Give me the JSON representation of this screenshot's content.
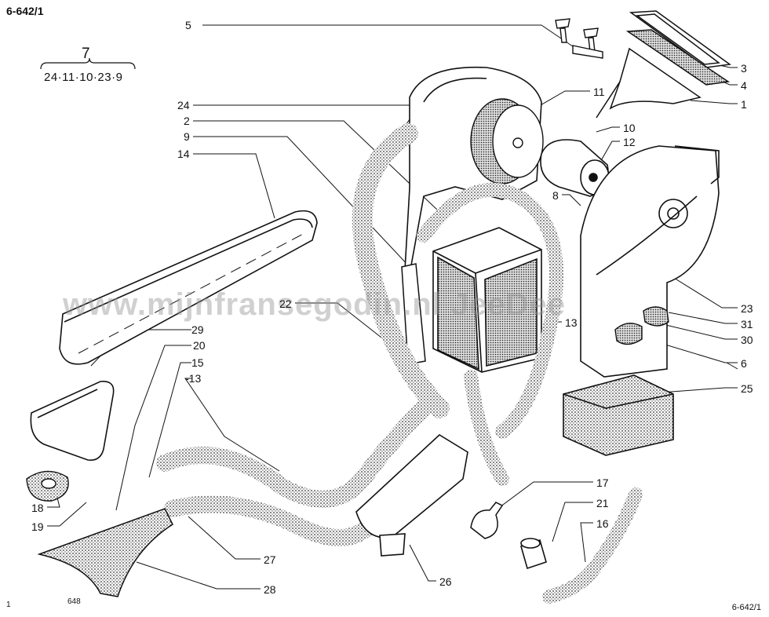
{
  "sheet": {
    "code_top": "6-642/1",
    "code_bottom": "6-642/1",
    "page_number": "1",
    "figure_code": "648"
  },
  "reference": {
    "number": "7",
    "codes": "24·11·10·23·9"
  },
  "watermark": "www.mijnfransegodin.nl JeeDee",
  "labels": [
    {
      "id": "5",
      "text": "5"
    },
    {
      "id": "3",
      "text": "3"
    },
    {
      "id": "4",
      "text": "4"
    },
    {
      "id": "1",
      "text": "1"
    },
    {
      "id": "11",
      "text": "11"
    },
    {
      "id": "24",
      "text": "24"
    },
    {
      "id": "2",
      "text": "2"
    },
    {
      "id": "9",
      "text": "9"
    },
    {
      "id": "10",
      "text": "10"
    },
    {
      "id": "12",
      "text": "12"
    },
    {
      "id": "14",
      "text": "14"
    },
    {
      "id": "8",
      "text": "8"
    },
    {
      "id": "23",
      "text": "23"
    },
    {
      "id": "22",
      "text": "22"
    },
    {
      "id": "13a",
      "text": "13"
    },
    {
      "id": "31",
      "text": "31"
    },
    {
      "id": "30",
      "text": "30"
    },
    {
      "id": "29",
      "text": "29"
    },
    {
      "id": "20",
      "text": "20"
    },
    {
      "id": "6",
      "text": "6"
    },
    {
      "id": "15",
      "text": "15"
    },
    {
      "id": "13b",
      "text": "-13"
    },
    {
      "id": "25",
      "text": "25"
    },
    {
      "id": "17",
      "text": "17"
    },
    {
      "id": "21",
      "text": "21"
    },
    {
      "id": "18",
      "text": "18"
    },
    {
      "id": "16",
      "text": "16"
    },
    {
      "id": "19",
      "text": "19"
    },
    {
      "id": "27",
      "text": "27"
    },
    {
      "id": "26",
      "text": "26"
    },
    {
      "id": "28",
      "text": "28"
    }
  ],
  "colors": {
    "ink": "#111111",
    "watermark": "#969696",
    "paper": "#ffffff"
  }
}
